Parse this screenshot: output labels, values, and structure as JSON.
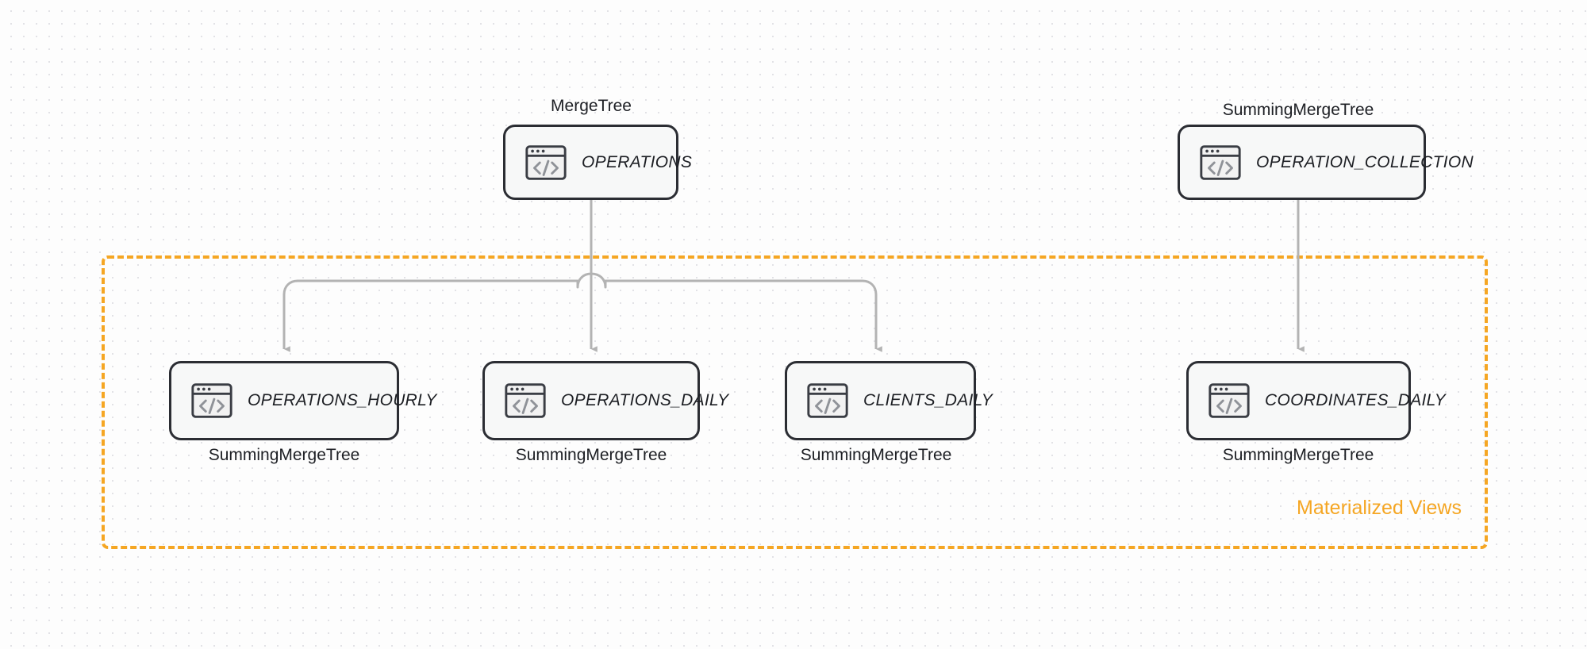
{
  "diagram": {
    "title_top_left": "MergeTree",
    "title_top_right": "SummingMergeTree",
    "group": {
      "label": "Materialized Views",
      "color": "#f5a623",
      "style": "dashed"
    },
    "icon_name": "code-window-icon",
    "colors": {
      "node_border": "#2b2d33",
      "node_fill": "#f7f8f8",
      "connector": "#b3b3b3",
      "accent": "#f5a623",
      "text": "#1d1f24",
      "background": "#fdfdfd",
      "grid_dot": "#e2e2e6"
    },
    "nodes": [
      {
        "id": "operations",
        "name": "OPERATIONS",
        "engine": "MergeTree",
        "engine_position": "above",
        "row": "source",
        "in_materialized_views": false
      },
      {
        "id": "operation_collection",
        "name": "OPERATION_COLLECTION",
        "engine": "SummingMergeTree",
        "engine_position": "above",
        "row": "source",
        "in_materialized_views": false
      },
      {
        "id": "operations_hourly",
        "name": "OPERATIONS_HOURLY",
        "engine": "SummingMergeTree",
        "engine_position": "below",
        "row": "view",
        "in_materialized_views": true
      },
      {
        "id": "operations_daily",
        "name": "OPERATIONS_DAILY",
        "engine": "SummingMergeTree",
        "engine_position": "below",
        "row": "view",
        "in_materialized_views": true
      },
      {
        "id": "clients_daily",
        "name": "CLIENTS_DAILY",
        "engine": "SummingMergeTree",
        "engine_position": "below",
        "row": "view",
        "in_materialized_views": true
      },
      {
        "id": "coordinates_daily",
        "name": "COORDINATES_DAILY",
        "engine": "SummingMergeTree",
        "engine_position": "below",
        "row": "view",
        "in_materialized_views": true
      }
    ],
    "edges": [
      {
        "from": "operations",
        "to": "operations_hourly",
        "arrow": "down"
      },
      {
        "from": "operations",
        "to": "operations_daily",
        "arrow": "down"
      },
      {
        "from": "operations",
        "to": "clients_daily",
        "arrow": "down"
      },
      {
        "from": "operation_collection",
        "to": "coordinates_daily",
        "arrow": "down"
      }
    ]
  }
}
